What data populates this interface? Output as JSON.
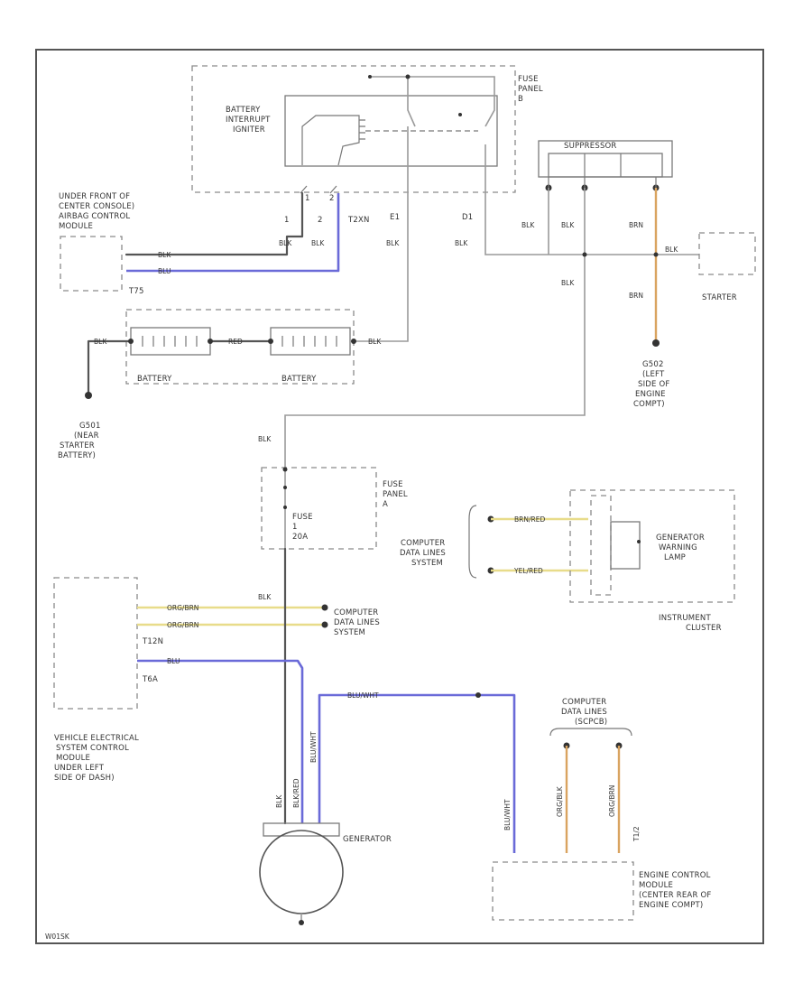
{
  "colors": {
    "black_wire": "#555555",
    "blue_wire": "#6a6ad8",
    "yellow_wire": "#e8dc8a",
    "orange_wire": "#d9a460",
    "frame": "#555555"
  },
  "components": {
    "fuse_panel_top": [
      "FUSE",
      "PANEL",
      "B"
    ],
    "battery_interrupt": [
      "BATTERY",
      "INTERRUPT",
      "IGNITER"
    ],
    "suppressor": "SUPPRESSOR",
    "airbag_module": [
      "UNDER FRONT OF",
      "CENTER CONSOLE)",
      "AIRBAG CONTROL",
      "MODULE"
    ],
    "starter": "STARTER",
    "battery_1": "BATTERY",
    "battery_2": "BATTERY",
    "ground_battery": [
      "G501",
      "(NEAR",
      "STARTER",
      "BATTERY)"
    ],
    "ground_engine": [
      "G502",
      "(LEFT",
      "SIDE OF",
      "ENGINE",
      "COMPT)"
    ],
    "fuse_panel_a": [
      "FUSE",
      "PANEL",
      "A"
    ],
    "fuse": [
      "FUSE",
      "1",
      "20A"
    ],
    "computer_data_lines_cluster": [
      "COMPUTER",
      "DATA LINES",
      "SYSTEM"
    ],
    "generator_warning_lamp": [
      "GENERATOR",
      "WARNING",
      "LAMP"
    ],
    "instrument_cluster": [
      "INSTRUMENT",
      "CLUSTER"
    ],
    "computer_data_lines_vescm": [
      "COMPUTER",
      "DATA LINES",
      "SYSTEM"
    ],
    "vescm": [
      "VEHICLE ELECTRICAL",
      "SYSTEM CONTROL",
      "MODULE",
      "UNDER LEFT",
      "SIDE OF DASH)"
    ],
    "computer_data_lines_ecm": [
      "COMPUTER",
      "DATA LINES",
      "(SCPCB)"
    ],
    "generator": "GENERATOR",
    "ecm": [
      "ENGINE CONTROL",
      "MODULE",
      "(CENTER REAR OF",
      "ENGINE COMPT)"
    ]
  },
  "connectors": {
    "airbag_pin_1": "1",
    "airbag_pin_2": "2",
    "airbag_conn": "T75",
    "igniter_pin_1": "1",
    "igniter_pin_2": "2",
    "igniter_conn": "T2XN",
    "fuse_out_1": "E1",
    "fuse_out_2": "D1",
    "vescm_conn_1": "T12N",
    "vescm_conn_2": "T6A",
    "ecm_conn": "T1/2"
  },
  "wire_labels": {
    "airbag_1": "BLK",
    "airbag_2": "BLU",
    "blk_1": "BLK",
    "blk_2": "BLK",
    "blk_e1": "BLK",
    "blk_d1": "BLK",
    "blk_supp_1": "BLK",
    "blk_supp_2": "BLK",
    "blk_supp_down": "BLK",
    "brn_supp": "BRN",
    "starter_wire": "BLK",
    "brn_ground": "BRN",
    "batt_ground": "BLK",
    "batt_link": "RED",
    "batt_out": "BLK",
    "blk_vertical": "BLK",
    "brn_red": "BRN/RED",
    "yel_red": "YEL/RED",
    "blk_fuse_down": "BLK",
    "org_brn_1": "ORG/BRN",
    "org_brn_2": "ORG/BRN",
    "blu_vescm": "BLU",
    "blu_red": "BLU/WHT",
    "gen_1": "BLK",
    "gen_2": "BLK/RED",
    "gen_3": "BLU/WHT",
    "ecm_1": "BLU/WHT",
    "ecm_2": "ORG/BLK",
    "ecm_3": "ORG/BRN"
  },
  "footer": {
    "code": "W01SK"
  }
}
